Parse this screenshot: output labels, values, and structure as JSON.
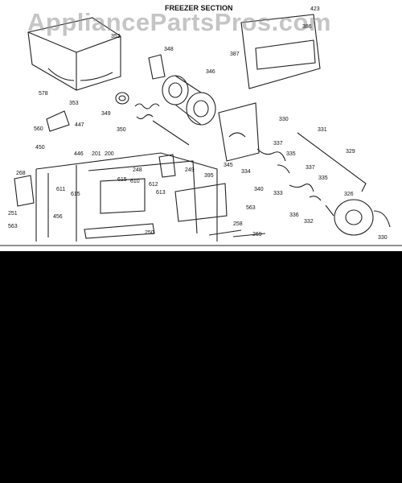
{
  "watermark": "AppliancePartsPros.com",
  "section_title": "FREEZER SECTION",
  "part_numbers": {
    "p423": "423",
    "p386": "386",
    "p352": "352",
    "p387": "387",
    "p348": "348",
    "p346": "346",
    "p578": "578",
    "p353": "353",
    "p349": "349",
    "p447": "447",
    "p560": "560",
    "p350": "350",
    "p330": "330",
    "p331": "331",
    "p337a": "337",
    "p450": "450",
    "p446": "446",
    "p201": "201",
    "p200": "200",
    "p345": "345",
    "p334": "334",
    "p335a": "335",
    "p329": "329",
    "p268": "268",
    "p248": "248",
    "p249": "249",
    "p395": "395",
    "p337b": "337",
    "p615a": "615",
    "p610": "610",
    "p340": "340",
    "p333": "333",
    "p335b": "335",
    "p611": "611",
    "p615b": "615",
    "p612": "612",
    "p613": "613",
    "p326": "326",
    "p251": "251",
    "p563a": "563",
    "p336": "336",
    "p456": "456",
    "p332": "332",
    "p258": "258",
    "p563b": "563",
    "p250": "250",
    "p269": "269",
    "p330b": "330"
  }
}
